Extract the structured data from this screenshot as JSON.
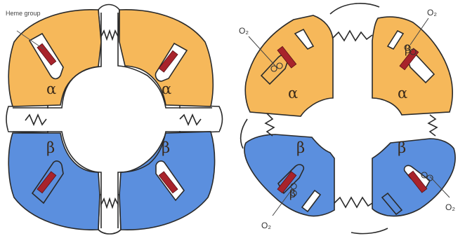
{
  "labels": {
    "heme_group": "Heme group",
    "alpha": "α",
    "beta": "β",
    "o2": "O₂"
  },
  "colors": {
    "alpha_fill": "#f6b85a",
    "beta_fill": "#5b8fde",
    "heme": "#a8232b",
    "outline": "#2a2a2a",
    "background": "#ffffff"
  },
  "left_molecule": {
    "subunits": [
      "α",
      "α",
      "β",
      "β"
    ]
  },
  "right_molecule": {
    "subunits": [
      "α",
      "α",
      "β",
      "β"
    ],
    "o2_labels": [
      "O₂",
      "O₂",
      "O₂",
      "O₂"
    ]
  }
}
